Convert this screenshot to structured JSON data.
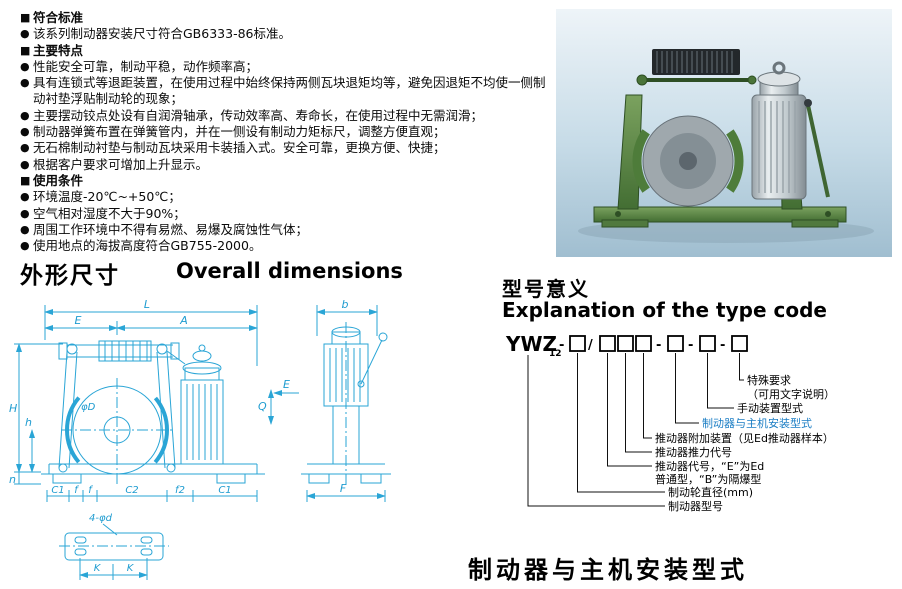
{
  "colors": {
    "drawing_accent": "#2aa5d6",
    "blue_text": "#1a7dc4"
  },
  "intro": {
    "items": [
      {
        "marker": "■",
        "text": "符合标准"
      },
      {
        "marker": "●",
        "text": "该系列制动器安装尺寸符合GB6333-86标准。"
      },
      {
        "marker": "■",
        "text": "主要特点"
      },
      {
        "marker": "●",
        "text": "性能安全可靠，制动平稳，动作频率高；"
      },
      {
        "marker": "●",
        "text": "具有连锁式等退距装置，在使用过程中始终保持两侧瓦块退矩均等，避免因退矩不均使一侧制动衬垫浮贴制动轮的现象；"
      },
      {
        "marker": "●",
        "text": "主要摆动铰点处设有自润滑轴承，传动效率高、寿命长，在使用过程中无需润滑；"
      },
      {
        "marker": "●",
        "text": "制动器弹簧布置在弹簧管内，并在一侧设有制动力矩标尺，调整方便直观；"
      },
      {
        "marker": "●",
        "text": "无石棉制动衬垫与制动瓦块采用卡装插入式。安全可靠，更换方便、快捷；"
      },
      {
        "marker": "●",
        "text": "根据客户要求可增加上升显示。"
      },
      {
        "marker": "■",
        "text": "使用条件"
      },
      {
        "marker": "●",
        "text": "环境温度-20℃~+50℃；"
      },
      {
        "marker": "●",
        "text": "空气相对湿度不大于90%；"
      },
      {
        "marker": "●",
        "text": "周围工作环境中不得有易燃、易爆及腐蚀性气体；"
      },
      {
        "marker": "●",
        "text": "使用地点的海拔高度符合GB755-2000。"
      }
    ]
  },
  "photo": {
    "icon": "brake-product-photo"
  },
  "dimensions_section": {
    "title_zh": "外形尺寸",
    "title_en": "Overall dimensions",
    "front_view": {
      "top_overall": "L",
      "top_left": "E",
      "top_right": "A",
      "left_outer": "H",
      "left_inner": "h",
      "left_bottom": "n",
      "drum": "φD",
      "bottom": [
        "C1",
        "f",
        "f",
        "C2",
        "f2",
        "C1"
      ]
    },
    "side_view": {
      "top": "b",
      "q": "Q",
      "e": "E",
      "bottom": "F"
    },
    "base_view": {
      "callout": "4-φd",
      "bottom": [
        "K",
        "K"
      ]
    }
  },
  "type_code_section": {
    "title_zh": "型号意义",
    "title_en": "Explanation of the type code",
    "model_prefix": "YWZ",
    "model_subscript": "12",
    "dash": "-",
    "slash": "/",
    "callouts": [
      {
        "lines": [
          "特殊要求",
          "（可用文字说明）"
        ]
      },
      {
        "lines": [
          "手动装置型式"
        ]
      },
      {
        "lines": [
          "制动器与主机安装型式"
        ]
      },
      {
        "lines": [
          "推动器附加装置（见Ed推动器样本）"
        ]
      },
      {
        "lines": [
          "推动器推力代号"
        ]
      },
      {
        "lines": [
          "推动器代号，“E”为Ed",
          "普通型，“B”为隔爆型"
        ]
      },
      {
        "lines": [
          "制动轮直径(mm)"
        ]
      },
      {
        "lines": [
          "制动器型号"
        ]
      }
    ]
  },
  "footer": {
    "title": "制动器与主机安装型式"
  }
}
